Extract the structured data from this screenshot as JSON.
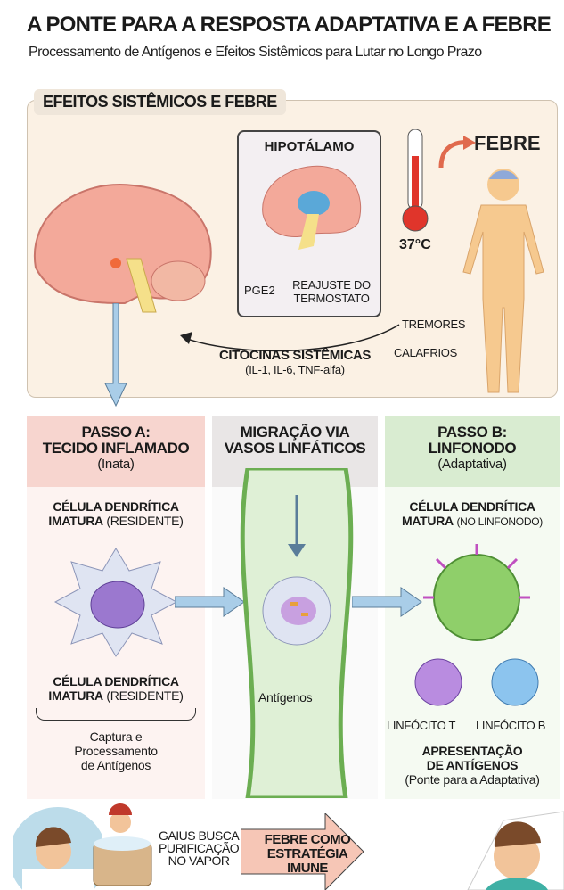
{
  "header": {
    "title": "A PONTE PARA A RESPOSTA ADAPTATIVA E A FEBRE",
    "subtitle": "Processamento de Antígenos e Efeitos Sistêmicos para Lutar no Longo Prazo"
  },
  "systemic": {
    "section_label": "EFEITOS SISTÊMICOS E FEBRE",
    "hypothalamus": "HIPOTÁLAMO",
    "pge2": "PGE2",
    "thermostat": [
      "REAJUSTE DO",
      "TERMOSTATO"
    ],
    "temperature": "37°C",
    "fever": "FEBRE",
    "tremors": "TREMORES",
    "chills": "CALAFRIOS",
    "cytokines_title": "CITOCINAS SISTÊMICAS",
    "cytokines_list": "(IL-1, IL-6, TNF-alfa)"
  },
  "step_a": {
    "title": [
      "PASSO A:",
      "TECIDO INFLAMADO"
    ],
    "subtitle": "(Inata)",
    "cell_label_top": [
      "CÉLULA DENDRÍTICA",
      "IMATURA",
      "(RESIDENTE)"
    ],
    "cell_label_bottom": [
      "CÉLULA DENDRÍTICA",
      "IMATURA",
      "(RESIDENTE)"
    ],
    "caption": [
      "Captura e",
      "Processamento",
      "de Antígenos"
    ]
  },
  "migration": {
    "title": [
      "MIGRAÇÃO VIA",
      "VASOS LINFÁTICOS"
    ],
    "antigens": "Antígenos"
  },
  "step_b": {
    "title": [
      "PASSO B:",
      "LINFONODO"
    ],
    "subtitle": "(Adaptativa)",
    "cell_label": [
      "CÉLULA DENDRÍTICA",
      "MATURA",
      "(NO LINFONODO)"
    ],
    "t_cell": "LINFÓCITO T",
    "b_cell": "LINFÓCITO B",
    "presentation": [
      "APRESENTAÇÃO",
      "DE ANTÍGENOS"
    ],
    "presentation_sub": "(Ponte para a Adaptativa)"
  },
  "bottom": {
    "gaius": [
      "GAIUS BUSCA",
      "PURIFICAÇÃO",
      "NO VAPOR"
    ],
    "arrow_text": [
      "FEBRE COMO",
      "ESTRATÉGIA IMUNE"
    ]
  },
  "colors": {
    "pink": "#f7d5cf",
    "gray": "#e9e6e6",
    "green": "#d9ecd1",
    "panel": "#fbf1e4",
    "fever": "#d93a2b"
  }
}
